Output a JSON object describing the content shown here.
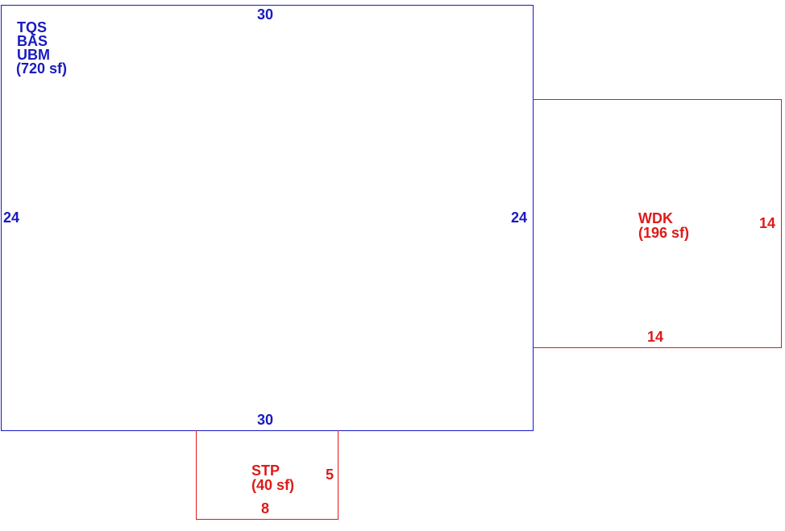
{
  "areas": {
    "main": {
      "codes": [
        "TQS",
        "BAS",
        "UBM"
      ],
      "area": "(720 sf)",
      "dims": {
        "top": "30",
        "bottom": "30",
        "left": "24",
        "right": "24"
      },
      "color": "#1a1ac0"
    },
    "wdk": {
      "code": "WDK",
      "area": "(196 sf)",
      "dims": {
        "right": "14",
        "bottom": "14"
      },
      "color": "#dd1a1a"
    },
    "stp": {
      "code": "STP",
      "area": "(40 sf)",
      "dims": {
        "right": "5",
        "bottom": "8"
      },
      "color": "#dd1a1a"
    }
  }
}
